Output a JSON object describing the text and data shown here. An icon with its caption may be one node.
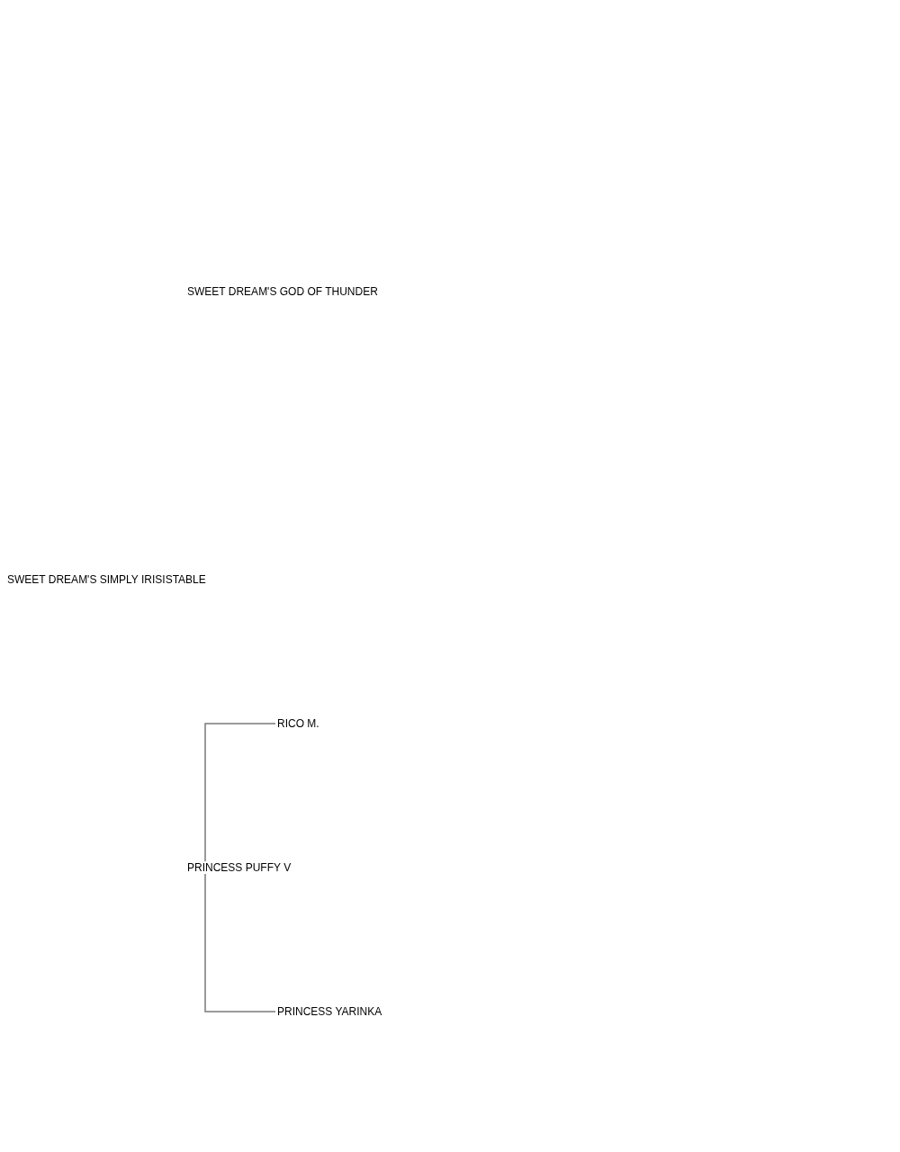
{
  "diagram": {
    "nodes": [
      {
        "text": [
          "SWEET DREAM'S GOD OF THUNDER"
        ]
      },
      {
        "text": [
          "SWEET DREAM'S SIMPLY IRISISTABLE"
        ]
      },
      {
        "text": [
          "RICO M."
        ]
      },
      {
        "text": [
          "PRINCESS PUFFY V"
        ]
      },
      {
        "text": [
          "PRINCESS YARINKA"
        ]
      }
    ],
    "edges": [
      {
        "from": 3,
        "to": 2,
        "arrow": "none"
      },
      {
        "from": 3,
        "to": 4,
        "arrow": "none"
      }
    ]
  }
}
